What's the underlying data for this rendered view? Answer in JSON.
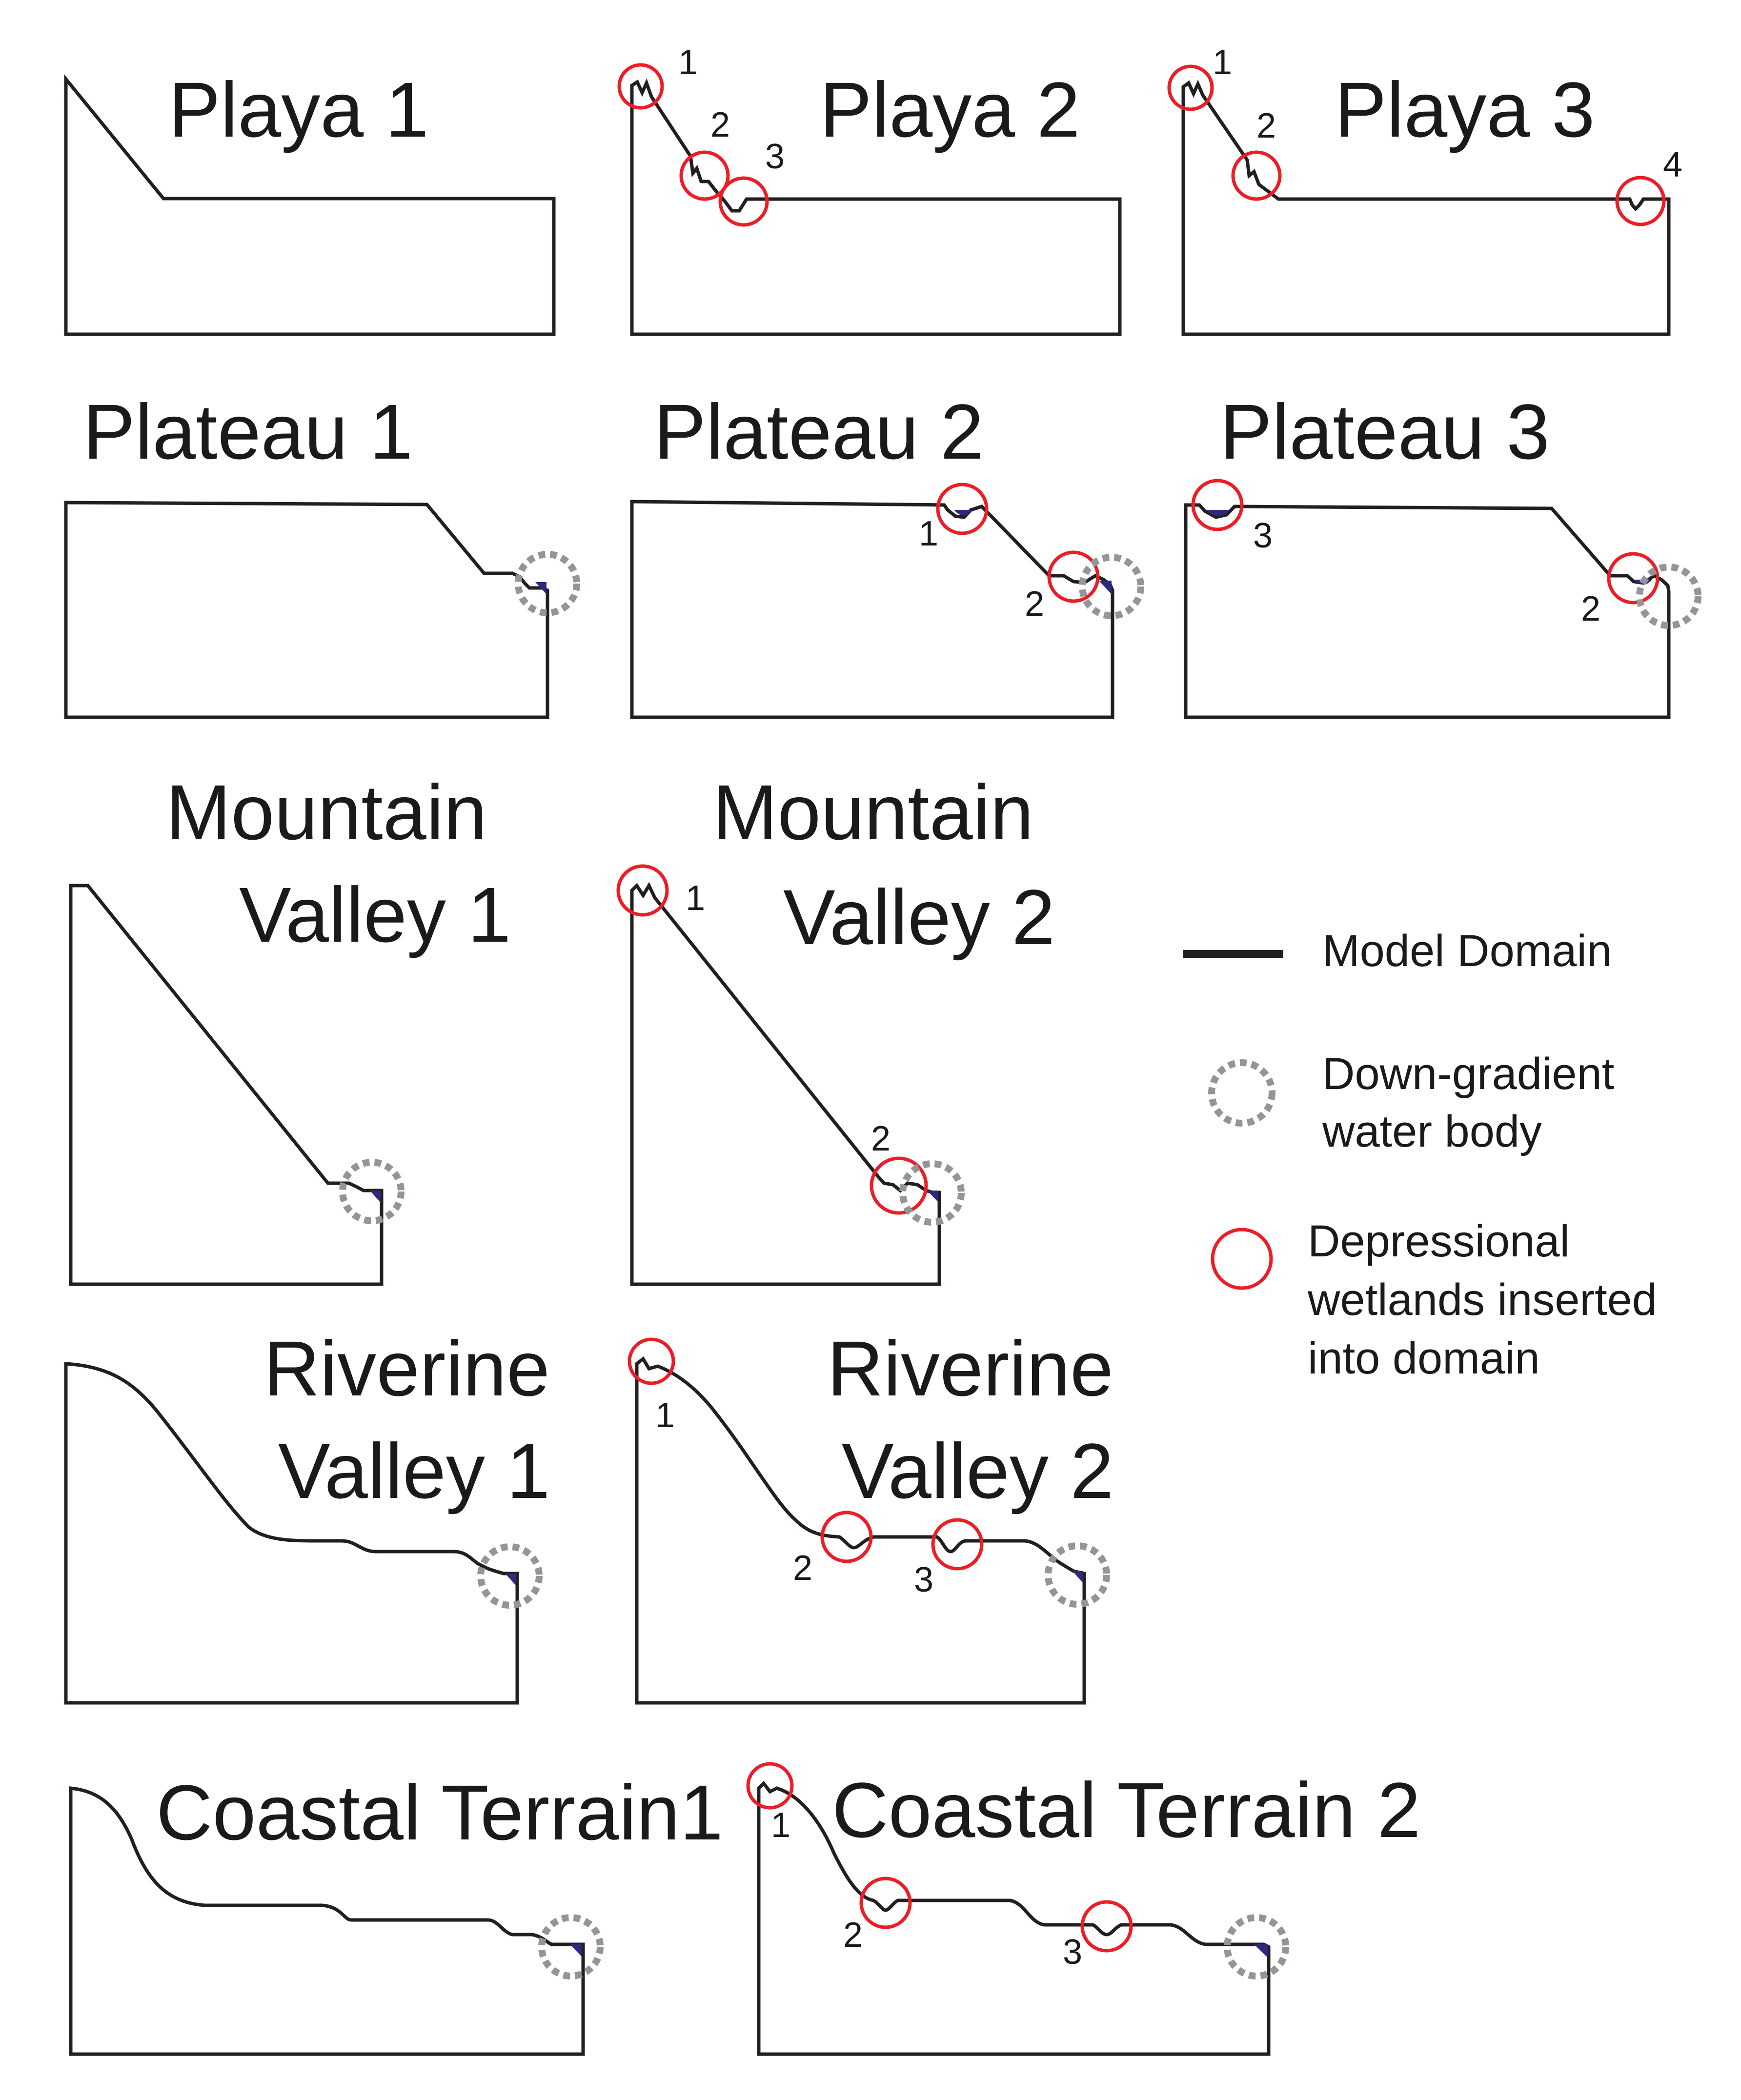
{
  "panels": {
    "playa1": {
      "title": "Playa 1"
    },
    "playa2": {
      "title": "Playa 2",
      "labels": [
        "1",
        "2",
        "3"
      ]
    },
    "playa3": {
      "title": "Playa 3",
      "labels": [
        "1",
        "2",
        "4"
      ]
    },
    "plateau1": {
      "title": "Plateau 1"
    },
    "plateau2": {
      "title": "Plateau 2",
      "labels": [
        "1",
        "2"
      ]
    },
    "plateau3": {
      "title": "Plateau 3",
      "labels": [
        "3",
        "2"
      ]
    },
    "mountain1": {
      "title_line1": "Mountain",
      "title_line2": "Valley 1"
    },
    "mountain2": {
      "title_line1": "Mountain",
      "title_line2": "Valley 2",
      "labels": [
        "1",
        "2"
      ]
    },
    "riverine1": {
      "title_line1": "Riverine",
      "title_line2": "Valley 1"
    },
    "riverine2": {
      "title_line1": "Riverine",
      "title_line2": "Valley 2",
      "labels": [
        "1",
        "2",
        "3"
      ]
    },
    "coastal1": {
      "title": "Coastal Terrain1"
    },
    "coastal2": {
      "title": "Coastal Terrain 2",
      "labels": [
        "1",
        "2",
        "3"
      ]
    }
  },
  "legend": {
    "model_domain": "Model Domain",
    "down_gradient_line1": "Down-gradient",
    "down_gradient_line2": "water body",
    "depressional_line1": "Depressional",
    "depressional_line2": "wetlands inserted",
    "depressional_line3": "into domain"
  },
  "colors": {
    "domain_line": "#231f20",
    "wetland_circle": "#ee1c25",
    "down_gradient_circle": "#939598",
    "water_fill": "#2b2a7c"
  }
}
